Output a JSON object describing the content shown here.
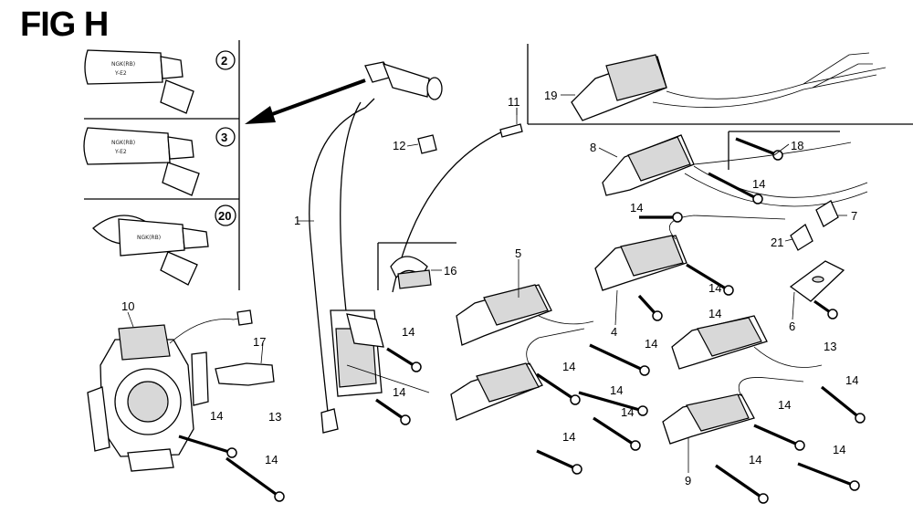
{
  "figure": {
    "title": "FIG H"
  },
  "insets": [
    {
      "number": "2",
      "text_a": "NGK(RB)",
      "text_b": "Y-E2"
    },
    {
      "number": "3",
      "text_a": "NGK(RB)",
      "text_b": "Y-E2"
    },
    {
      "number": "20",
      "text_a": "NGK(RB)",
      "text_b": ""
    }
  ],
  "labels": {
    "l1": "1",
    "l4": "4",
    "l5": "5",
    "l6": "6",
    "l7": "7",
    "l8": "8",
    "l9": "9",
    "l10": "10",
    "l11": "11",
    "l12": "12",
    "l13a": "13",
    "l13b": "13",
    "l14_a": "14",
    "l14_b": "14",
    "l14_c": "14",
    "l14_d": "14",
    "l14_e": "14",
    "l14_f": "14",
    "l14_g": "14",
    "l14_h": "14",
    "l14_i": "14",
    "l14_j": "14",
    "l14_k": "14",
    "l14_l": "14",
    "l14_m": "14",
    "l14_n": "14",
    "l14_o": "14",
    "l14_p": "14",
    "l14_q": "14",
    "l16": "16",
    "l17": "17",
    "l18": "18",
    "l19": "19",
    "l21": "21"
  }
}
